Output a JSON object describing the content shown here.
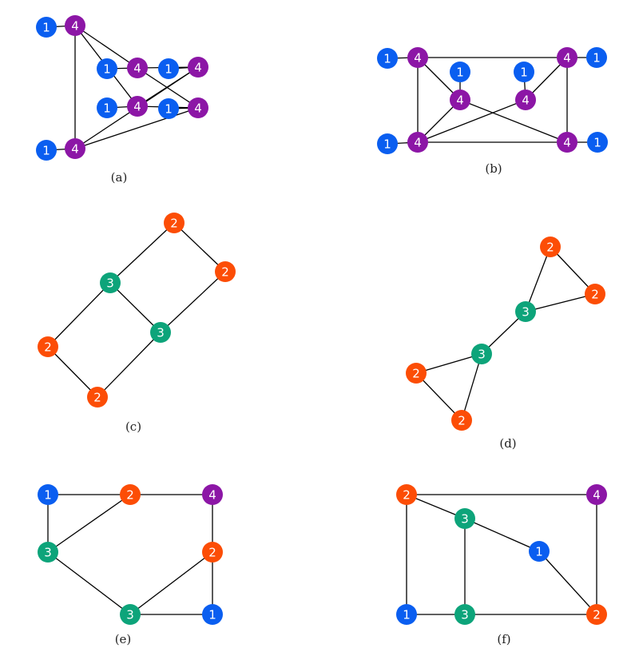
{
  "colors": {
    "c1": "#0a5ef0",
    "c2": "#fc4d06",
    "c3": "#0da47a",
    "c4": "#8c16a6"
  },
  "graphs": [
    {
      "caption": "(a)",
      "nodes": [
        {
          "label": "1",
          "color": "c1"
        },
        {
          "label": "4",
          "color": "c4"
        },
        {
          "label": "1",
          "color": "c1"
        },
        {
          "label": "4",
          "color": "c4"
        },
        {
          "label": "1",
          "color": "c1"
        },
        {
          "label": "4",
          "color": "c4"
        },
        {
          "label": "1",
          "color": "c1"
        },
        {
          "label": "4",
          "color": "c4"
        },
        {
          "label": "1",
          "color": "c1"
        },
        {
          "label": "4",
          "color": "c4"
        },
        {
          "label": "1",
          "color": "c1"
        },
        {
          "label": "4",
          "color": "c4"
        }
      ],
      "edges": [
        [
          0,
          1
        ],
        [
          2,
          3
        ],
        [
          4,
          5
        ],
        [
          6,
          7
        ],
        [
          8,
          9
        ],
        [
          10,
          11
        ],
        [
          1,
          3
        ],
        [
          1,
          5
        ],
        [
          1,
          11
        ],
        [
          3,
          7
        ],
        [
          3,
          9
        ],
        [
          5,
          7
        ],
        [
          5,
          9
        ],
        [
          7,
          11
        ],
        [
          9,
          11
        ]
      ]
    },
    {
      "caption": "(b)",
      "nodes": [
        {
          "label": "1",
          "color": "c1"
        },
        {
          "label": "4",
          "color": "c4"
        },
        {
          "label": "1",
          "color": "c1"
        },
        {
          "label": "4",
          "color": "c4"
        },
        {
          "label": "1",
          "color": "c1"
        },
        {
          "label": "4",
          "color": "c4"
        },
        {
          "label": "1",
          "color": "c1"
        },
        {
          "label": "4",
          "color": "c4"
        },
        {
          "label": "1",
          "color": "c1"
        },
        {
          "label": "4",
          "color": "c4"
        },
        {
          "label": "1",
          "color": "c1"
        },
        {
          "label": "4",
          "color": "c4"
        }
      ],
      "edges": [
        [
          0,
          1
        ],
        [
          2,
          3
        ],
        [
          4,
          5
        ],
        [
          6,
          7
        ],
        [
          8,
          9
        ],
        [
          10,
          11
        ],
        [
          1,
          3
        ],
        [
          1,
          7
        ],
        [
          1,
          9
        ],
        [
          3,
          9
        ],
        [
          3,
          11
        ],
        [
          5,
          7
        ],
        [
          5,
          9
        ],
        [
          7,
          11
        ],
        [
          9,
          11
        ]
      ]
    },
    {
      "caption": "(c)",
      "nodes": [
        {
          "label": "2",
          "color": "c2"
        },
        {
          "label": "2",
          "color": "c2"
        },
        {
          "label": "3",
          "color": "c3"
        },
        {
          "label": "3",
          "color": "c3"
        },
        {
          "label": "2",
          "color": "c2"
        },
        {
          "label": "2",
          "color": "c2"
        }
      ],
      "edges": [
        [
          0,
          1
        ],
        [
          0,
          2
        ],
        [
          1,
          3
        ],
        [
          2,
          3
        ],
        [
          2,
          4
        ],
        [
          3,
          5
        ],
        [
          4,
          5
        ]
      ]
    },
    {
      "caption": "(d)",
      "nodes": [
        {
          "label": "2",
          "color": "c2"
        },
        {
          "label": "2",
          "color": "c2"
        },
        {
          "label": "3",
          "color": "c3"
        },
        {
          "label": "3",
          "color": "c3"
        },
        {
          "label": "2",
          "color": "c2"
        },
        {
          "label": "2",
          "color": "c2"
        }
      ],
      "edges": [
        [
          0,
          1
        ],
        [
          0,
          2
        ],
        [
          1,
          2
        ],
        [
          2,
          3
        ],
        [
          3,
          4
        ],
        [
          3,
          5
        ],
        [
          4,
          5
        ]
      ]
    },
    {
      "caption": "(e)",
      "nodes": [
        {
          "label": "1",
          "color": "c1"
        },
        {
          "label": "2",
          "color": "c2"
        },
        {
          "label": "4",
          "color": "c4"
        },
        {
          "label": "3",
          "color": "c3"
        },
        {
          "label": "2",
          "color": "c2"
        },
        {
          "label": "3",
          "color": "c3"
        },
        {
          "label": "1",
          "color": "c1"
        }
      ],
      "edges": [
        [
          0,
          1
        ],
        [
          1,
          2
        ],
        [
          0,
          3
        ],
        [
          1,
          3
        ],
        [
          2,
          4
        ],
        [
          3,
          5
        ],
        [
          4,
          5
        ],
        [
          4,
          6
        ],
        [
          5,
          6
        ]
      ]
    },
    {
      "caption": "(f)",
      "nodes": [
        {
          "label": "2",
          "color": "c2"
        },
        {
          "label": "4",
          "color": "c4"
        },
        {
          "label": "3",
          "color": "c3"
        },
        {
          "label": "1",
          "color": "c1"
        },
        {
          "label": "1",
          "color": "c1"
        },
        {
          "label": "3",
          "color": "c3"
        },
        {
          "label": "2",
          "color": "c2"
        }
      ],
      "edges": [
        [
          0,
          1
        ],
        [
          0,
          2
        ],
        [
          0,
          4
        ],
        [
          1,
          6
        ],
        [
          2,
          3
        ],
        [
          2,
          5
        ],
        [
          3,
          6
        ],
        [
          4,
          5
        ],
        [
          5,
          6
        ]
      ]
    }
  ]
}
